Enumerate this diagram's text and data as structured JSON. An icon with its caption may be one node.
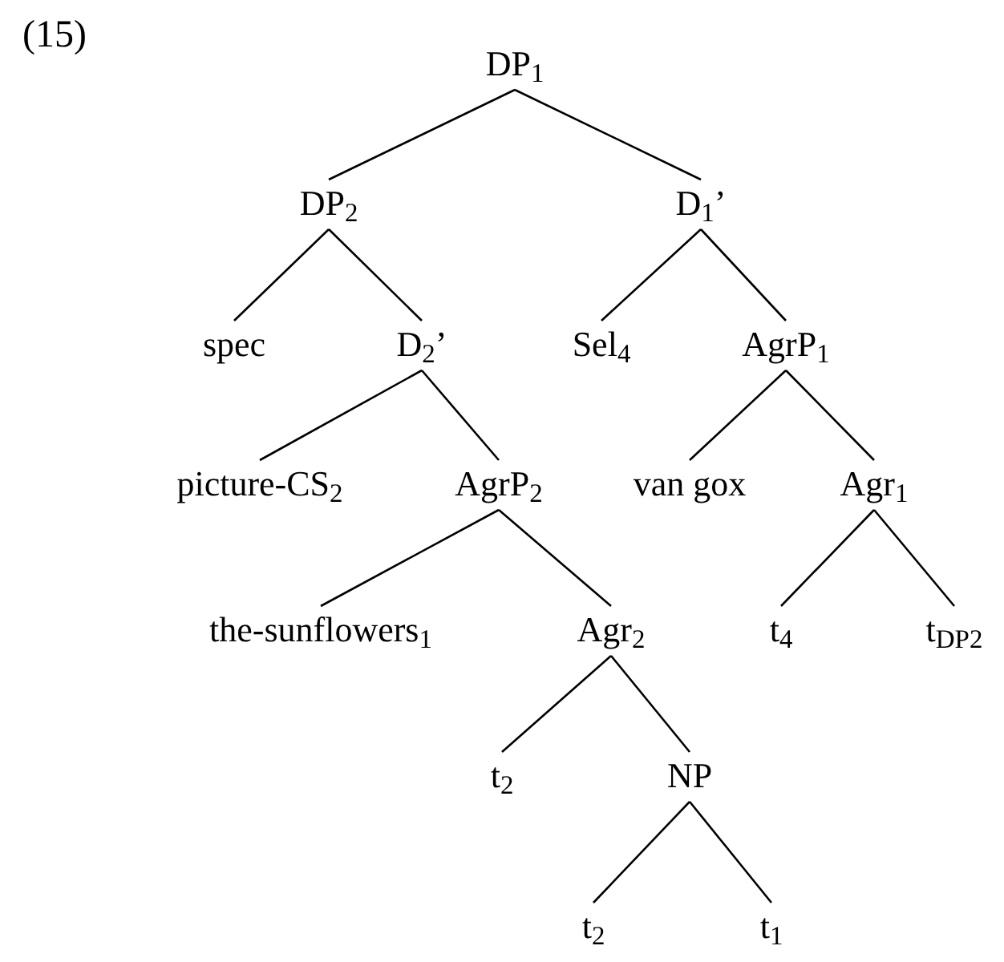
{
  "diagram": {
    "nodes": [
      {
        "text": [
          "DP$_{1}$"
        ]
      },
      {
        "text": [
          "DP$_{2}$"
        ]
      },
      {
        "text": [
          "D$_{1}$’"
        ]
      },
      {
        "text": [
          "spec"
        ]
      },
      {
        "text": [
          "D$_{2}$’"
        ]
      },
      {
        "text": [
          "Sel$_{4}$"
        ]
      },
      {
        "text": [
          "AgrP$_{1}$"
        ]
      },
      {
        "text": [
          "picture-CS$_{2}$"
        ]
      },
      {
        "text": [
          "AgrP$_{2}$"
        ]
      },
      {
        "text": [
          "van gox"
        ]
      },
      {
        "text": [
          "Agr$_{1}$"
        ]
      },
      {
        "text": [
          "the-sunflowers$_{1}$"
        ]
      },
      {
        "text": [
          "Agr$_{2}$"
        ]
      },
      {
        "text": [
          "t$_{4}$"
        ]
      },
      {
        "text": [
          "t$_{DP2}$"
        ]
      },
      {
        "text": [
          "t$_{2}$"
        ]
      },
      {
        "text": [
          "NP"
        ]
      },
      {
        "text": [
          "t$_{2}$"
        ]
      },
      {
        "text": [
          "t$_{1}$"
        ]
      }
    ],
    "edges": [
      {
        "from": 0,
        "to": 1,
        "arrow": "none"
      },
      {
        "from": 0,
        "to": 2,
        "arrow": "none"
      },
      {
        "from": 1,
        "to": 3,
        "arrow": "none"
      },
      {
        "from": 1,
        "to": 4,
        "arrow": "none"
      },
      {
        "from": 2,
        "to": 5,
        "arrow": "none"
      },
      {
        "from": 2,
        "to": 6,
        "arrow": "none"
      },
      {
        "from": 4,
        "to": 7,
        "arrow": "none"
      },
      {
        "from": 4,
        "to": 8,
        "arrow": "none"
      },
      {
        "from": 6,
        "to": 9,
        "arrow": "none"
      },
      {
        "from": 6,
        "to": 10,
        "arrow": "none"
      },
      {
        "from": 8,
        "to": 11,
        "arrow": "none"
      },
      {
        "from": 8,
        "to": 12,
        "arrow": "none"
      },
      {
        "from": 10,
        "to": 13,
        "arrow": "none"
      },
      {
        "from": 10,
        "to": 14,
        "arrow": "none"
      },
      {
        "from": 12,
        "to": 15,
        "arrow": "none"
      },
      {
        "from": 12,
        "to": 16,
        "arrow": "none"
      },
      {
        "from": 16,
        "to": 17,
        "arrow": "none"
      },
      {
        "from": 16,
        "to": 18,
        "arrow": "none"
      }
    ],
    "labels": [
      "(15)"
    ]
  }
}
